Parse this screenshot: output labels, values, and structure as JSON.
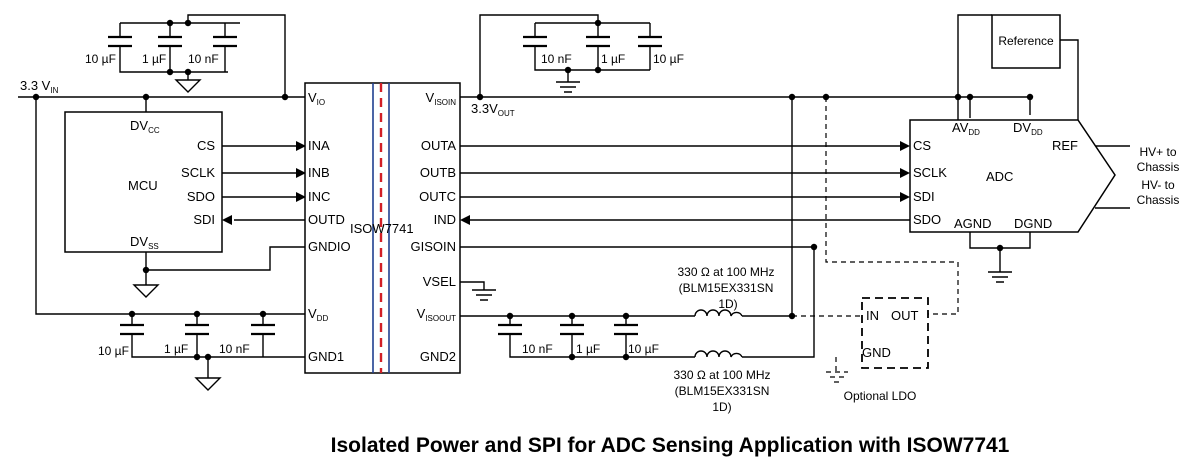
{
  "title": "Isolated Power and SPI for ADC Sensing Application with ISOW7741",
  "supply_in": {
    "main": "3.3 V",
    "sub": "IN"
  },
  "mcu": {
    "name": "MCU",
    "dvcc": {
      "main": "DV",
      "sub": "CC"
    },
    "dvss": {
      "main": "DV",
      "sub": "SS"
    },
    "pins": [
      "CS",
      "SCLK",
      "SDO",
      "SDI"
    ]
  },
  "isolator": {
    "name": "ISOW7741",
    "left_pins": {
      "vio": {
        "main": "V",
        "sub": "IO"
      },
      "ina": "INA",
      "inb": "INB",
      "inc": "INC",
      "outd": "OUTD",
      "gndio": "GNDIO",
      "vdd": {
        "main": "V",
        "sub": "DD"
      },
      "gnd1": "GND1"
    },
    "right_pins": {
      "visoin": {
        "main": "V",
        "sub": "ISOIN"
      },
      "outa": "OUTA",
      "outb": "OUTB",
      "outc": "OUTC",
      "ind": "IND",
      "gisoin": "GISOIN",
      "vsel": "VSEL",
      "visoout": {
        "main": "V",
        "sub": "ISOOUT"
      },
      "gnd2": "GND2"
    }
  },
  "supply_out": {
    "main": "3.3V",
    "sub": "OUT"
  },
  "adc": {
    "name": "ADC",
    "avdd": {
      "main": "AV",
      "sub": "DD"
    },
    "dvdd": {
      "main": "DV",
      "sub": "DD"
    },
    "pins": [
      "CS",
      "SCLK",
      "SDI",
      "SDO"
    ],
    "ref": "REF",
    "agnd": "AGND",
    "dgnd": "DGND"
  },
  "reference": "Reference",
  "capacitors": {
    "top_left": [
      "10 µF",
      "1 µF",
      "10 nF"
    ],
    "top_mid": [
      "10 nF",
      "1 µF",
      "10 µF"
    ],
    "bottom_left": [
      "10 µF",
      "1 µF",
      "10 nF"
    ],
    "bottom_right": [
      "10 nF",
      "1 µF",
      "10 µF"
    ]
  },
  "ferrite_top": [
    "330 Ω at 100 MHz",
    "(BLM15EX331SN",
    "1D)"
  ],
  "ferrite_bottom": [
    "330 Ω at 100 MHz",
    "(BLM15EX331SN",
    "1D)"
  ],
  "ldo": {
    "in": "IN",
    "out": "OUT",
    "gnd": "GND",
    "caption": "Optional LDO"
  },
  "chassis": [
    "HV+ to",
    "Chassis",
    "HV- to",
    "Chassis"
  ]
}
